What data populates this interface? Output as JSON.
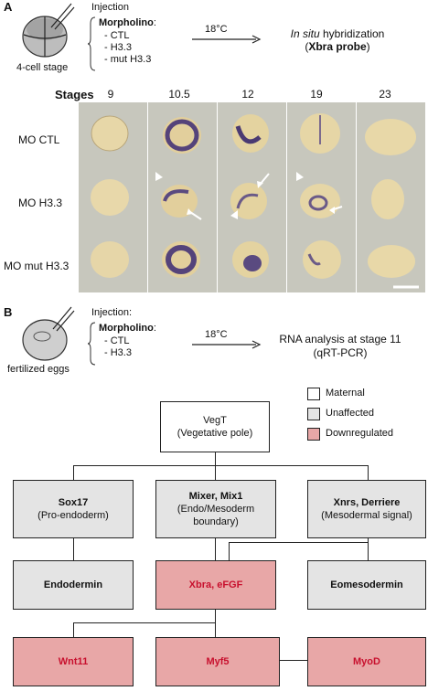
{
  "panelA": {
    "label": "A",
    "embryo_caption": "4-cell stage",
    "injection_title": "Injection",
    "morpholino_label": "Morpholino",
    "morpholino_colon": ":",
    "mo_items": [
      "- CTL",
      "- H3.3",
      "- mut H3.3"
    ],
    "temperature": "18°C",
    "outcome_italic": "In situ",
    "outcome_rest": " hybridization",
    "outcome_probe_open": "(",
    "outcome_probe": "Xbra probe",
    "outcome_probe_close": ")",
    "stages_label": "Stages",
    "stages": [
      "9",
      "10.5",
      "12",
      "19",
      "23"
    ],
    "rows": [
      "MO CTL",
      "MO H3.3",
      "MO mut H3.3"
    ]
  },
  "panelB": {
    "label": "B",
    "embryo_caption": "fertilized eggs",
    "injection_title": "Injection:",
    "morpholino_label": "Morpholino",
    "morpholino_colon": ":",
    "mo_items": [
      "- CTL",
      "- H3.3"
    ],
    "temperature": "18°C",
    "outcome_line1": "RNA analysis at stage 11",
    "outcome_line2": "(qRT-PCR)",
    "legend": [
      {
        "label": "Maternal",
        "color": "#ffffff"
      },
      {
        "label": "Unaffected",
        "color": "#e4e4e4"
      },
      {
        "label": "Downregulated",
        "color": "#e8a7a7"
      }
    ],
    "vegt": {
      "title": "VegT",
      "sub": "(Vegetative pole)"
    },
    "sox17": {
      "title": "Sox17",
      "sub": "(Pro-endoderm)"
    },
    "mixer": {
      "title": "Mixer, Mix1",
      "sub1": "(Endo/Mesoderm",
      "sub2": "boundary)"
    },
    "xnrs": {
      "title": "Xnrs, Derriere",
      "sub": "(Mesodermal signal)"
    },
    "endodermin": "Endodermin",
    "xbra": "Xbra, eFGF",
    "eomesodermin": "Eomesodermin",
    "wnt11": "Wnt11",
    "myf5": "Myf5",
    "myod": "MyoD"
  },
  "colors": {
    "downregulated": "#e8a7a7",
    "unaffected": "#e4e4e4",
    "red_text": "#c8102e"
  }
}
